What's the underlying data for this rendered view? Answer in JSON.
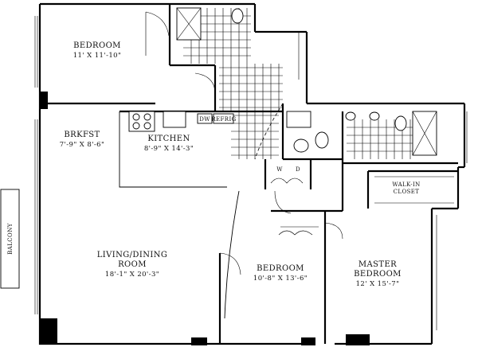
{
  "rooms": {
    "bedroom_top": {
      "name": "BEDROOM",
      "dims": "11' X 11'-10\""
    },
    "breakfast": {
      "name": "BRKFST",
      "dims": "7'-9\" X 8'-6\""
    },
    "kitchen": {
      "name": "KITCHEN",
      "dims": "8'-9\" X 14'-3\""
    },
    "living": {
      "name": "LIVING/DINING",
      "name2": "ROOM",
      "dims": "18'-1\" X 20'-3\""
    },
    "bedroom_mid": {
      "name": "BEDROOM",
      "dims": "10'-8\" X 13'-6\""
    },
    "master": {
      "name": "MASTER",
      "name2": "BEDROOM",
      "dims": "12' X 15'-7\""
    },
    "walkin": {
      "name": "WALK-IN",
      "name2": "CLOSET"
    },
    "balcony": {
      "name": "BALCONY"
    }
  },
  "appliances": {
    "dw": "DW",
    "refrig": "REFRIG",
    "washer": "W",
    "dryer": "D"
  }
}
